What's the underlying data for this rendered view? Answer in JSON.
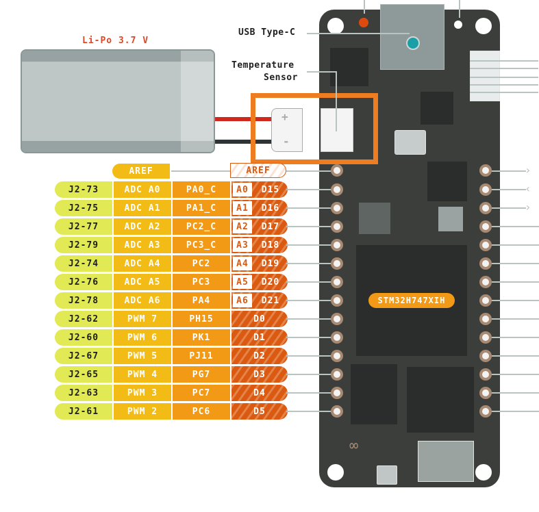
{
  "battery": {
    "label": "Li-Po 3.7 V",
    "color": "#d94a2a"
  },
  "callouts": {
    "usb": "USB Type-C",
    "temp_line1": "Temperature",
    "temp_line2": "Sensor"
  },
  "aref": {
    "function_label": "AREF",
    "board_label": "AREF"
  },
  "chip_label": "STM32H747XIH",
  "connector": {
    "plus": "+",
    "minus": "-"
  },
  "pins": [
    {
      "header": "J2-73",
      "func": "ADC A0",
      "port": "PA0_C",
      "analog": "A0",
      "digital": "D15"
    },
    {
      "header": "J2-75",
      "func": "ADC A1",
      "port": "PA1_C",
      "analog": "A1",
      "digital": "D16"
    },
    {
      "header": "J2-77",
      "func": "ADC A2",
      "port": "PC2_C",
      "analog": "A2",
      "digital": "D17"
    },
    {
      "header": "J2-79",
      "func": "ADC A3",
      "port": "PC3_C",
      "analog": "A3",
      "digital": "D18"
    },
    {
      "header": "J2-74",
      "func": "ADC A4",
      "port": "PC2",
      "analog": "A4",
      "digital": "D19"
    },
    {
      "header": "J2-76",
      "func": "ADC A5",
      "port": "PC3",
      "analog": "A5",
      "digital": "D20"
    },
    {
      "header": "J2-78",
      "func": "ADC A6",
      "port": "PA4",
      "analog": "A6",
      "digital": "D21"
    },
    {
      "header": "J2-62",
      "func": "PWM 7",
      "port": "PH15",
      "analog": "",
      "digital": "D0"
    },
    {
      "header": "J2-60",
      "func": "PWM 6",
      "port": "PK1",
      "analog": "",
      "digital": "D1"
    },
    {
      "header": "J2-67",
      "func": "PWM 5",
      "port": "PJ11",
      "analog": "",
      "digital": "D2"
    },
    {
      "header": "J2-65",
      "func": "PWM 4",
      "port": "PG7",
      "analog": "",
      "digital": "D3"
    },
    {
      "header": "J2-63",
      "func": "PWM 3",
      "port": "PC7",
      "analog": "",
      "digital": "D4"
    },
    {
      "header": "J2-61",
      "func": "PWM 2",
      "port": "PC6",
      "analog": "",
      "digital": "D5"
    }
  ],
  "colors": {
    "header": "#e1ea55",
    "function": "#f2bb16",
    "port": "#f29a16",
    "digital": "#d95a10",
    "highlight_box": "#ee7d22",
    "board": "#3b3e3b"
  }
}
